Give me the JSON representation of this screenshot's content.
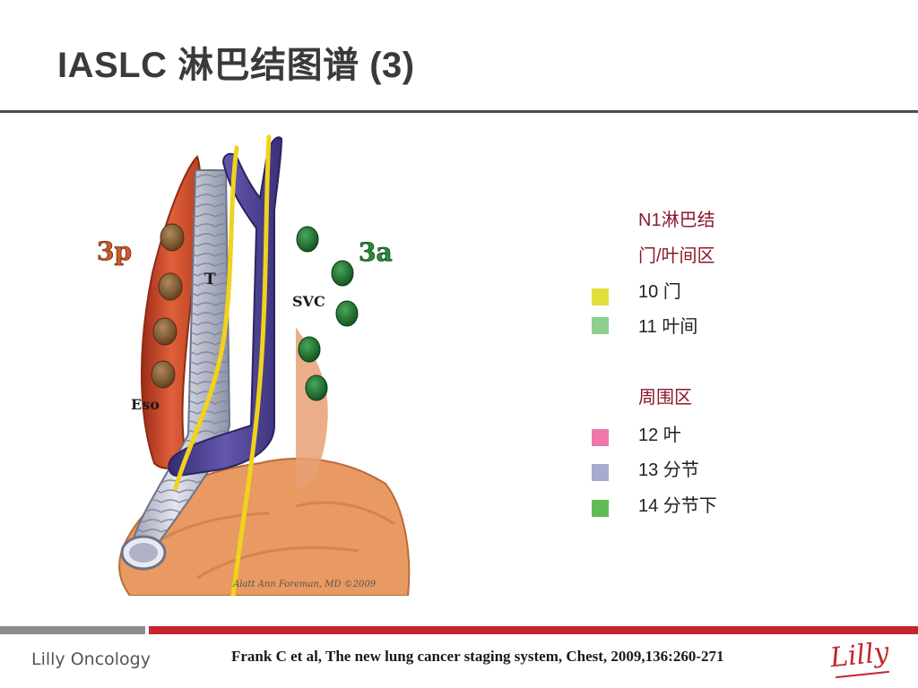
{
  "title": "IASLC 淋巴结图谱 (3)",
  "illustration": {
    "labels": {
      "zone_3p": "3p",
      "zone_3a": "3a",
      "trachea": "T",
      "svc": "SVC",
      "esophagus": "Eso"
    },
    "artist_signature": "Alatt Ann Foreman, MD ©2009"
  },
  "legend": {
    "n1_heading_line1": "N1淋巴结",
    "n1_heading_line2": "门/叶间区",
    "peripheral_heading": "周围区",
    "items": [
      {
        "label": "10 门",
        "color": "#e2de3a"
      },
      {
        "label": "11 叶间",
        "color": "#8dcf8e"
      },
      {
        "label": "12 叶",
        "color": "#ee78ac"
      },
      {
        "label": "13 分节",
        "color": "#a9aacf"
      },
      {
        "label": "14 分节下",
        "color": "#62bb55"
      }
    ]
  },
  "footer": {
    "brand": "Lilly Oncology",
    "citation": "Frank C et al, The new lung cancer staging system, Chest, 2009,136:260-271",
    "logo": "Lilly"
  },
  "colors": {
    "accent_red": "#c4262e",
    "footer_gray": "#8c8c8c",
    "heading_red": "#8b1a2b",
    "vessel_blue": "#4a3f90",
    "nerve_yellow": "#f1d21c",
    "node_green": "#1f7a2e",
    "node_brown": "#8a6336"
  }
}
